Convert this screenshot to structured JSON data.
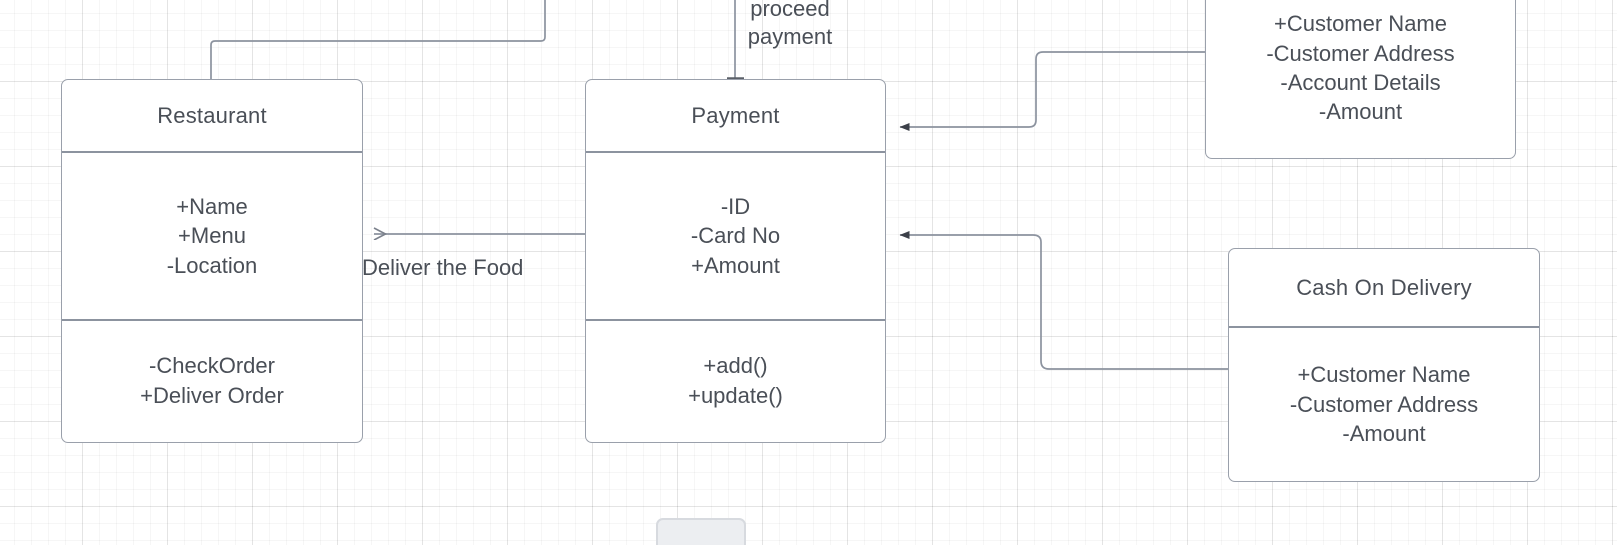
{
  "diagram": {
    "kind": "uml-class-diagram",
    "background": "#ffffff",
    "grid_color": "#e8e8e8",
    "stroke_color": "#9aa0ab",
    "text_color": "#4a4f57"
  },
  "classes": {
    "restaurant": {
      "name": "Restaurant",
      "attributes": [
        "+Name",
        "+Menu",
        "-Location"
      ],
      "methods": [
        "-CheckOrder",
        "+Deliver Order"
      ]
    },
    "payment": {
      "name": "Payment",
      "attributes": [
        "-ID",
        "-Card No",
        "+Amount"
      ],
      "methods": [
        "+add()",
        "+update()"
      ]
    },
    "online_payment": {
      "name": "",
      "attributes": [
        "+Customer Name",
        "-Customer Address",
        "-Account Details",
        "-Amount"
      ],
      "methods": []
    },
    "cash_on_delivery": {
      "name": "Cash On Delivery",
      "attributes": [
        "+Customer Name",
        "-Customer Address",
        "-Amount"
      ],
      "methods": []
    }
  },
  "edge_labels": {
    "proceed_payment": "proceed\npayment",
    "deliver_the_food": "Deliver the Food"
  }
}
